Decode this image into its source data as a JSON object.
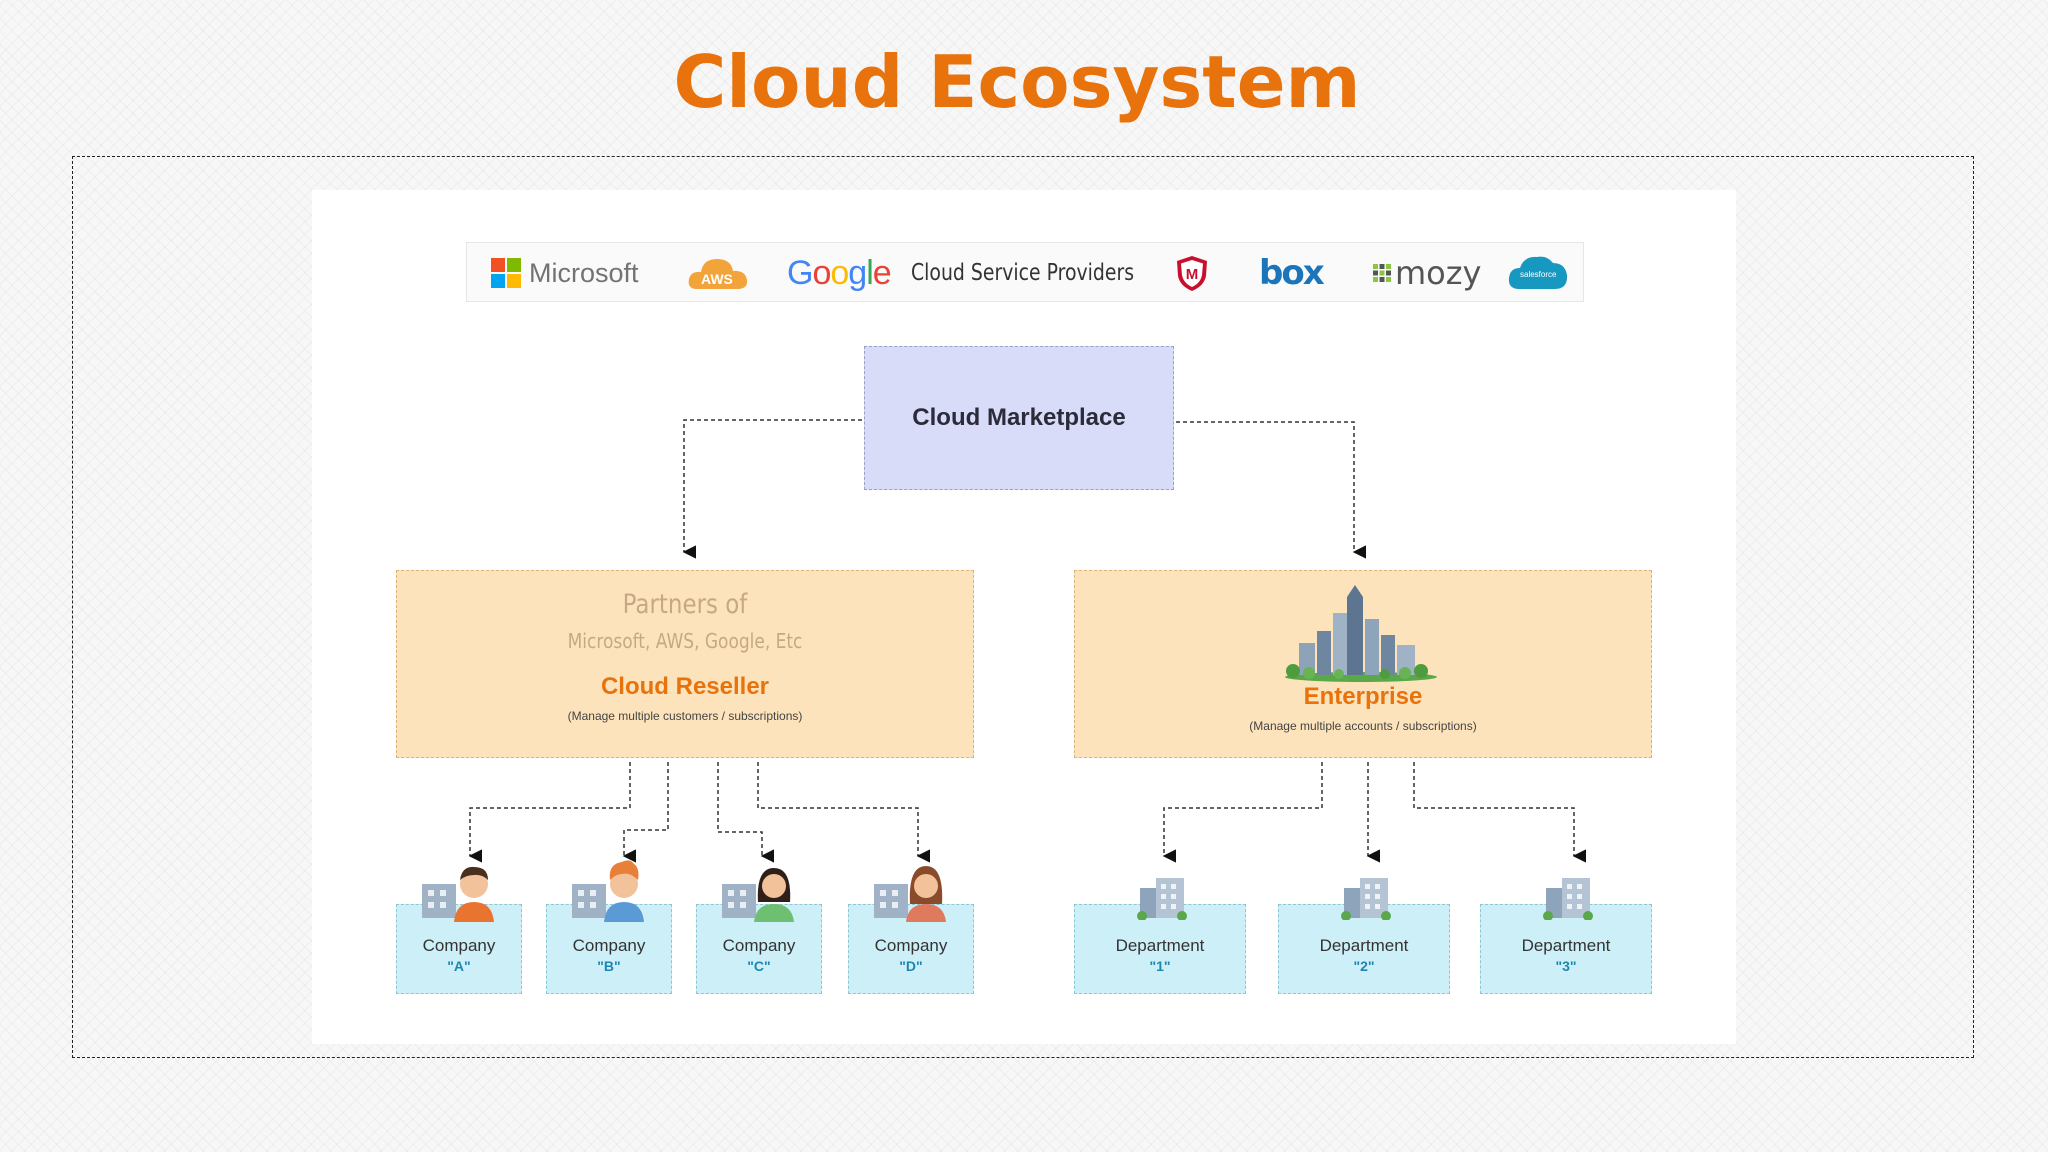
{
  "title": "Cloud Ecosystem",
  "providers": {
    "microsoft": "Microsoft",
    "aws": "AWS",
    "google": "Google",
    "label": "Cloud Service Providers",
    "mcafee_mark": "M",
    "box": "box",
    "mozy": "mozy",
    "salesforce": "salesforce"
  },
  "marketplace": "Cloud Marketplace",
  "reseller": {
    "partners_title": "Partners of",
    "partners_sub": "Microsoft, AWS, Google, Etc",
    "title": "Cloud Reseller",
    "note": "(Manage multiple customers / subscriptions)"
  },
  "enterprise": {
    "title": "Enterprise",
    "note": "(Manage multiple accounts / subscriptions)"
  },
  "companies": [
    {
      "label": "Company",
      "sub": "\"A\""
    },
    {
      "label": "Company",
      "sub": "\"B\""
    },
    {
      "label": "Company",
      "sub": "\"C\""
    },
    {
      "label": "Company",
      "sub": "\"D\""
    }
  ],
  "departments": [
    {
      "label": "Department",
      "sub": "\"1\""
    },
    {
      "label": "Department",
      "sub": "\"2\""
    },
    {
      "label": "Department",
      "sub": "\"3\""
    }
  ],
  "colors": {
    "title": "#e8730c",
    "marketplace_fill": "#d8dcf8",
    "role_fill": "#fde3bb",
    "leaf_fill": "#cdeff7",
    "leaf_sub_text": "#1f86b3"
  }
}
